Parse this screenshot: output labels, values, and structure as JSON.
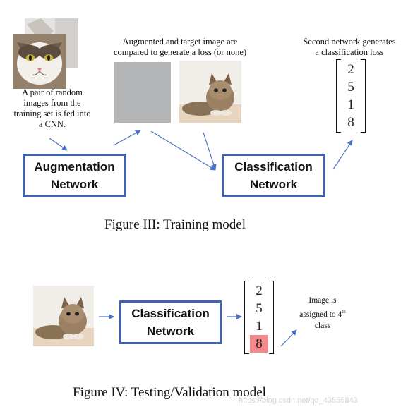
{
  "training": {
    "input_caption": [
      "A pair of random",
      "images from the",
      "training set is fed into",
      "a CNN."
    ],
    "compare_caption": [
      "Augmented and target image are",
      "compared to generate a loss (or none)"
    ],
    "second_caption": [
      "Second network generates",
      "a classification loss"
    ],
    "augmentation_box": [
      "Augmentation",
      "Network"
    ],
    "classification_box": [
      "Classification",
      "Network"
    ],
    "vector": [
      "2",
      "5",
      "1",
      "8"
    ],
    "figure_title": "Figure III: Training model"
  },
  "testing": {
    "classification_box": [
      "Classification",
      "Network"
    ],
    "vector": [
      "2",
      "5",
      "1",
      "8"
    ],
    "highlighted_index": 3,
    "assign_caption": [
      "Image is",
      "assigned to 4",
      "class"
    ],
    "assign_superscript": "th",
    "figure_title": "Figure IV: Testing/Validation model"
  },
  "watermark": "https://blog.csdn.net/qq_43555843",
  "colors": {
    "box_border": "#3f63b0",
    "arrow": "#4a72c4",
    "highlight": "#f2898a",
    "grey_image": "#b3b4b6"
  },
  "images": [
    "cat-pair-icon",
    "grey-square",
    "kitten-icon",
    "kitten-icon"
  ]
}
